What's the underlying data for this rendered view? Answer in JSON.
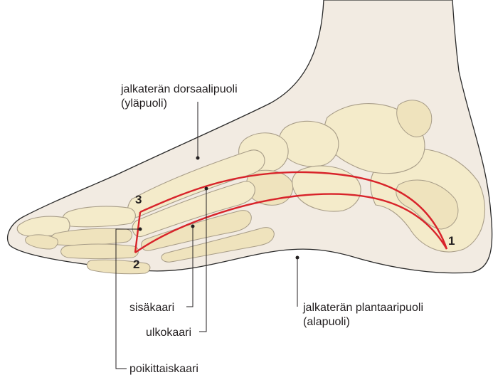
{
  "labels": {
    "dorsal_line1": "jalkaterän dorsaalipuoli",
    "dorsal_line2": "(yläpuoli)",
    "plantar_line1": "jalkaterän plantaaripuoli",
    "plantar_line2": "(alapuoli)",
    "inner_arch": "sisäkaari",
    "outer_arch": "ulkokaari",
    "transverse_arch": "poikittaiskaari"
  },
  "points": {
    "p1": "1",
    "p2": "2",
    "p3": "3"
  },
  "colors": {
    "skin": "#f2ebe2",
    "skin_outline": "#2b2b2b",
    "bone": "#f4ebca",
    "arch_lines": "#d8232a"
  }
}
